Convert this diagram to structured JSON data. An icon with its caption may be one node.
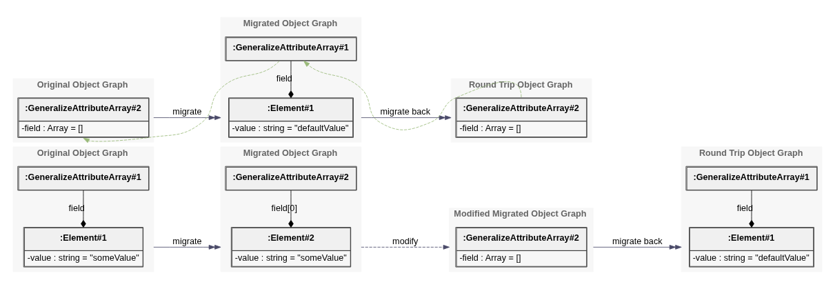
{
  "diagram": {
    "nodes": [
      {
        "text": [
          "Original Object Graph"
        ]
      },
      {
        "text": [
          ":GeneralizeAttributeArray#1"
        ],
        "in": 0
      },
      {
        "text": [
          ":Element#1",
          "-value : string = \"someValue\""
        ],
        "in": 0
      },
      {
        "text": [
          "Migrated Object Graph"
        ]
      },
      {
        "text": [
          ":GeneralizeAttributeArray#2"
        ],
        "in": 3
      },
      {
        "text": [
          ":Element#2",
          "-value : string = \"someValue\""
        ],
        "in": 3
      },
      {
        "text": [
          "Modified Migrated Object Graph"
        ]
      },
      {
        "text": [
          ":GeneralizeAttributeArray#2",
          "-field : Array = []"
        ],
        "in": 6
      },
      {
        "text": [
          "Round Trip Object Graph"
        ]
      },
      {
        "text": [
          ":GeneralizeAttributeArray#1"
        ],
        "in": 8
      },
      {
        "text": [
          ":Element#1",
          "-value : string = \"defaultValue\""
        ],
        "in": 8
      },
      {
        "text": [
          "Original Object Graph"
        ]
      },
      {
        "text": [
          ":GeneralizeAttributeArray#2",
          "-field : Array = []"
        ],
        "in": 11
      },
      {
        "text": [
          "Migrated Object Graph"
        ]
      },
      {
        "text": [
          ":GeneralizeAttributeArray#1"
        ],
        "in": 13
      },
      {
        "text": [
          ":Element#1",
          "-value : string = \"defaultValue\""
        ],
        "in": 13
      },
      {
        "text": [
          "Round Trip Object Graph"
        ]
      },
      {
        "text": [
          ":GeneralizeAttributeArray#2",
          "-field : Array = []"
        ],
        "in": 16
      }
    ],
    "edges": [
      {
        "from": 1,
        "to": 2,
        "arrow": "other",
        "label": "field",
        "color": "#000000"
      },
      {
        "from": 0,
        "to": 3,
        "arrow": "to",
        "label": "migrate",
        "color": "#4a4a68"
      },
      {
        "from": 4,
        "to": 5,
        "arrow": "other",
        "label": "field[0]",
        "color": "#000000"
      },
      {
        "from": 3,
        "to": 6,
        "arrow": "to",
        "label": "modify",
        "style": "dashed",
        "color": "#4a4a68"
      },
      {
        "from": 6,
        "to": 8,
        "arrow": "to",
        "label": "migrate back",
        "color": "#4a4a68"
      },
      {
        "from": 9,
        "to": 10,
        "arrow": "other",
        "label": "field",
        "color": "#000000"
      },
      {
        "from": 11,
        "to": 13,
        "arrow": "to",
        "label": "migrate",
        "color": "#4a4a68"
      },
      {
        "from": 14,
        "to": 12,
        "arrow": "to",
        "style": "dashed",
        "color": "#9aba7a"
      },
      {
        "from": 14,
        "to": 15,
        "arrow": "other",
        "label": "field",
        "color": "#000000"
      },
      {
        "from": 13,
        "to": 16,
        "arrow": "to",
        "label": "migrate back",
        "color": "#4a4a68"
      },
      {
        "from": 17,
        "to": 14,
        "arrow": "to",
        "style": "dashed",
        "color": "#9aba7a"
      }
    ]
  }
}
